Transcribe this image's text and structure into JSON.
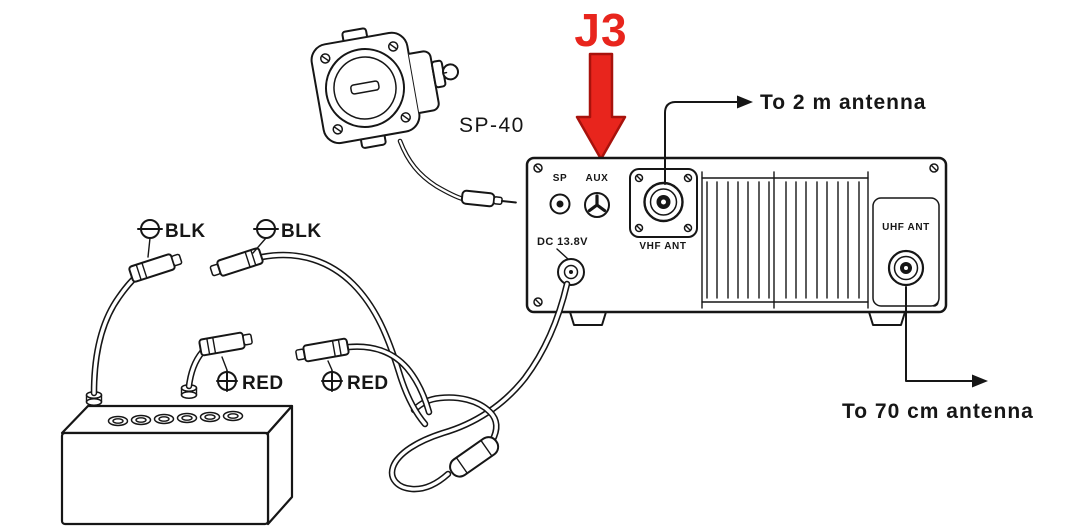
{
  "colors": {
    "ink": "#161616",
    "red": "#e8251d",
    "red_dark": "#a8120c"
  },
  "labels": {
    "j3": "J3",
    "sp40": "SP-40",
    "to_2m_antenna": "To 2 m antenna",
    "to_70cm_antenna": "To 70 cm antenna",
    "blk_left": "BLK",
    "blk_right": "BLK",
    "red_left": "RED",
    "red_right": "RED",
    "sp_jack": "SP",
    "aux_jack": "AUX",
    "dc_voltage": "DC 13.8V",
    "vhf_ant": "VHF ANT",
    "uhf_ant": "UHF ANT"
  }
}
